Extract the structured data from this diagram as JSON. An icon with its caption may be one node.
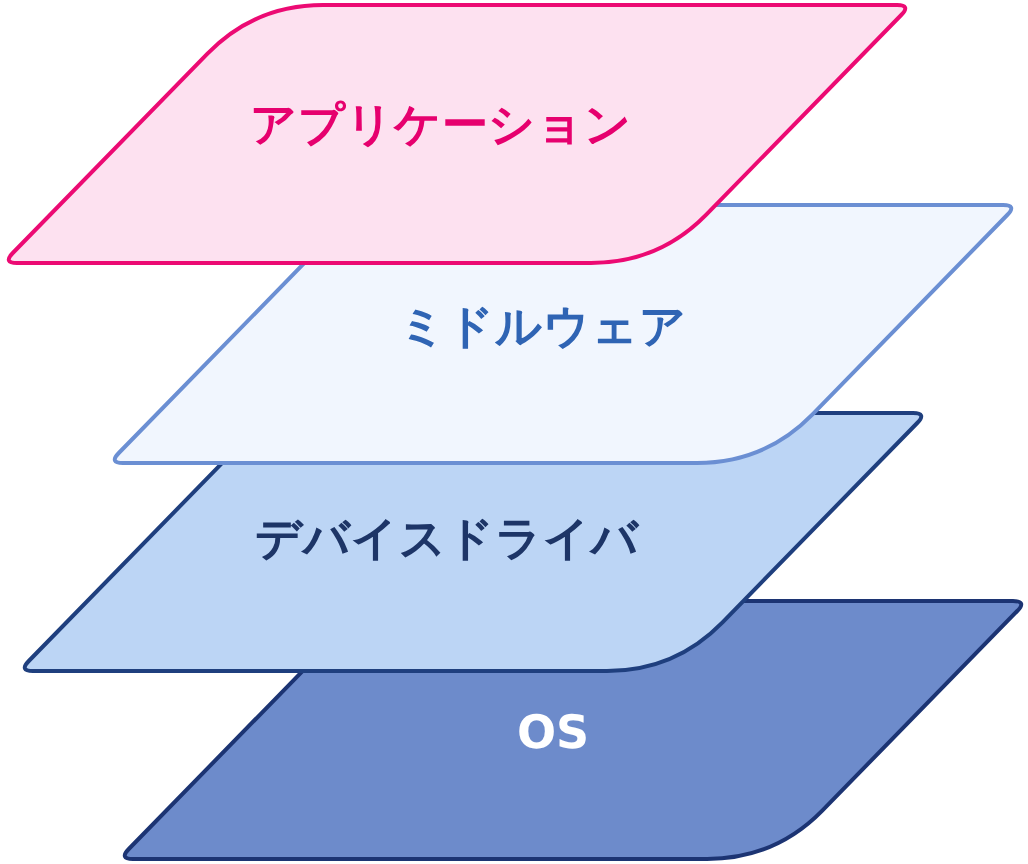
{
  "diagram": {
    "nodes": [
      {
        "text": [
          "アプリケーション"
        ]
      },
      {
        "text": [
          "ミドルウェア"
        ]
      },
      {
        "text": [
          "デバイスドライバ"
        ]
      },
      {
        "text": [
          "OS"
        ]
      }
    ]
  }
}
